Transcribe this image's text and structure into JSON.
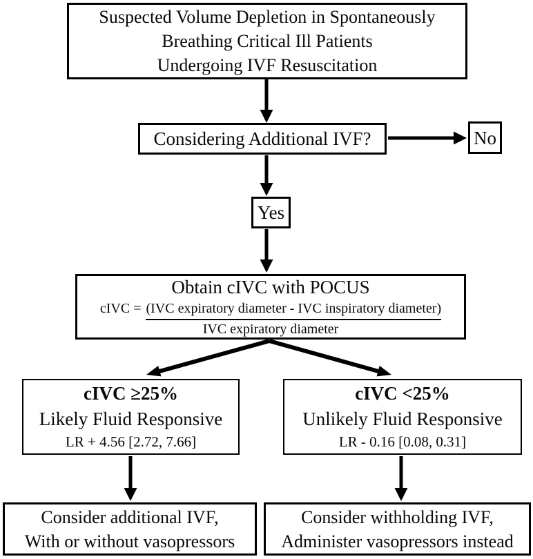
{
  "flowchart": {
    "nodes": {
      "start": {
        "lines": [
          "Suspected Volume Depletion in Spontaneously",
          "Breathing Critical Ill Patients",
          "Undergoing IVF Resuscitation"
        ]
      },
      "considering": {
        "label": "Considering Additional IVF?"
      },
      "no": {
        "label": "No"
      },
      "yes": {
        "label": "Yes"
      },
      "pocus": {
        "title": "Obtain cIVC with POCUS",
        "formula_prefix": "cIVC =",
        "formula_numerator": "(IVC expiratory diameter - IVC inspiratory diameter)",
        "formula_denominator": "IVC expiratory diameter"
      },
      "fluid_responsive": {
        "title": "cIVC ≥25%",
        "subtitle": "Likely Fluid Responsive",
        "stat": "LR + 4.56 [2.72, 7.66]"
      },
      "not_fluid_responsive": {
        "title": "cIVC <25%",
        "subtitle": "Unlikely Fluid Responsive",
        "stat": "LR - 0.16 [0.08, 0.31]"
      },
      "give_fluids": {
        "lines": [
          "Consider additional IVF,",
          "With or without vasopressors"
        ]
      },
      "withhold_fluids": {
        "lines": [
          "Consider withholding IVF,",
          "Administer vasopressors instead"
        ]
      }
    },
    "colors": {
      "background": "#ffffff",
      "box_border": "#000000",
      "arrow": "#000000",
      "text": "#0a0a0a"
    }
  }
}
